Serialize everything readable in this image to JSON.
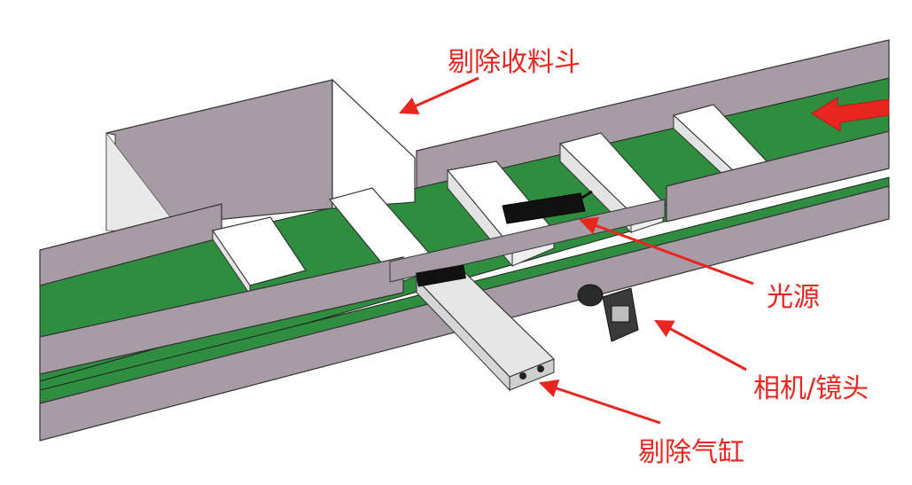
{
  "labels": {
    "reject_hopper": "剔除收料斗",
    "light_source": "光源",
    "camera_lens": "相机/镜头",
    "reject_cylinder": "剔除气缸"
  },
  "colors": {
    "annotation": "#e8261f",
    "belt": "#2e8b3e",
    "rail": "#a69ba5",
    "box": "#ffffff",
    "outline": "#222222"
  }
}
